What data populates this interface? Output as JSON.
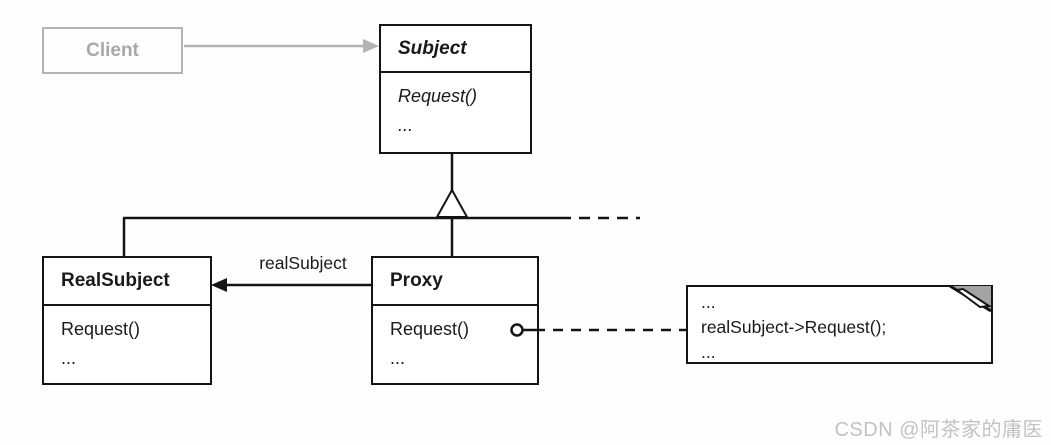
{
  "diagram": {
    "client": {
      "label": "Client"
    },
    "subject": {
      "title": "Subject",
      "methods": [
        "Request()",
        "..."
      ]
    },
    "real_subject": {
      "title": "RealSubject",
      "methods": [
        "Request()",
        "..."
      ]
    },
    "proxy": {
      "title": "Proxy",
      "methods": [
        "Request()",
        "..."
      ]
    },
    "association_label": "realSubject",
    "note": {
      "lines": [
        "...",
        "realSubject->Request();",
        "..."
      ]
    }
  },
  "watermark": {
    "text": "CSDN @阿茶家的庸医"
  },
  "colors": {
    "line": "#141414",
    "muted_gray": "#b3b3b3",
    "client_text": "#a8a8a8",
    "note_fold_gray": "#a3a3a3",
    "watermark_gray": "#c2c2c2",
    "background": "#fefefe"
  }
}
